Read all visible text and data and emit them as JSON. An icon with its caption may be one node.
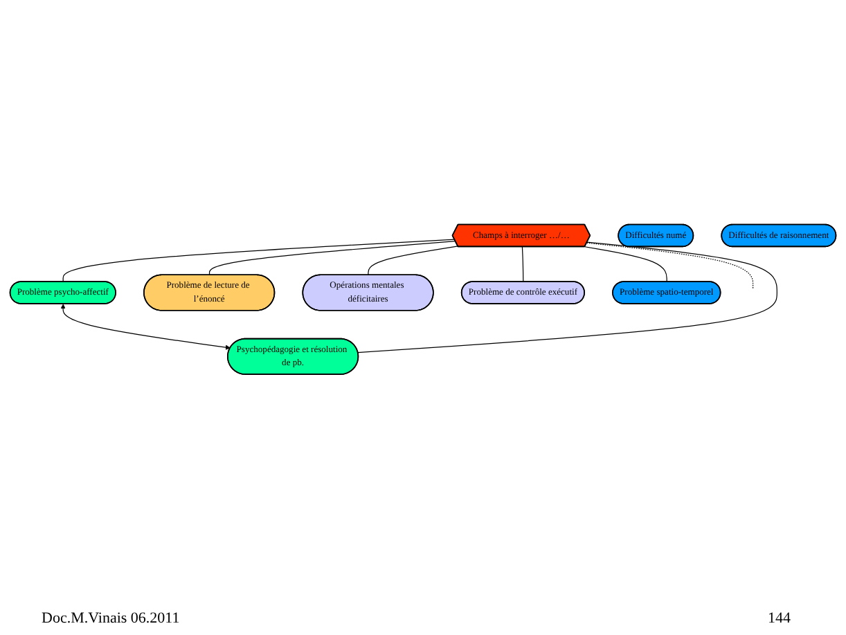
{
  "diagram": {
    "nodes": [
      {
        "text": [
          "Problème psycho-affectif"
        ]
      },
      {
        "text": [
          "Psychopédagogie et résolution de pb."
        ]
      },
      {
        "text": [
          "Problème de lecture de l’énoncé"
        ]
      },
      {
        "text": [
          "Champs à interroger …/…"
        ]
      },
      {
        "text": [
          "Opérations mentales déficitaires"
        ]
      },
      {
        "text": [
          "Difficultés numé"
        ]
      },
      {
        "text": [
          "Difficultés de raisonnement"
        ]
      },
      {
        "text": [
          "Problème de contrôle exécutif"
        ]
      },
      {
        "text": [
          "Problème spatio-temporel"
        ]
      }
    ],
    "edges": [
      {
        "from": 0,
        "to": 1,
        "arrow": "both"
      },
      {
        "from": 3,
        "to": 0,
        "arrow": "none"
      },
      {
        "from": 3,
        "to": 1,
        "arrow": "none"
      },
      {
        "from": 3,
        "to": 2,
        "arrow": "none"
      },
      {
        "from": 3,
        "to": 4,
        "arrow": "none"
      },
      {
        "from": 3,
        "to": 7,
        "arrow": "none"
      },
      {
        "from": 3,
        "to": 8,
        "arrow": "none"
      },
      {
        "from": 3,
        "to": null,
        "arrow": "none",
        "style": "dashed"
      }
    ],
    "labels": [
      "Doc.M.Vinais 06.2011",
      "144"
    ]
  }
}
